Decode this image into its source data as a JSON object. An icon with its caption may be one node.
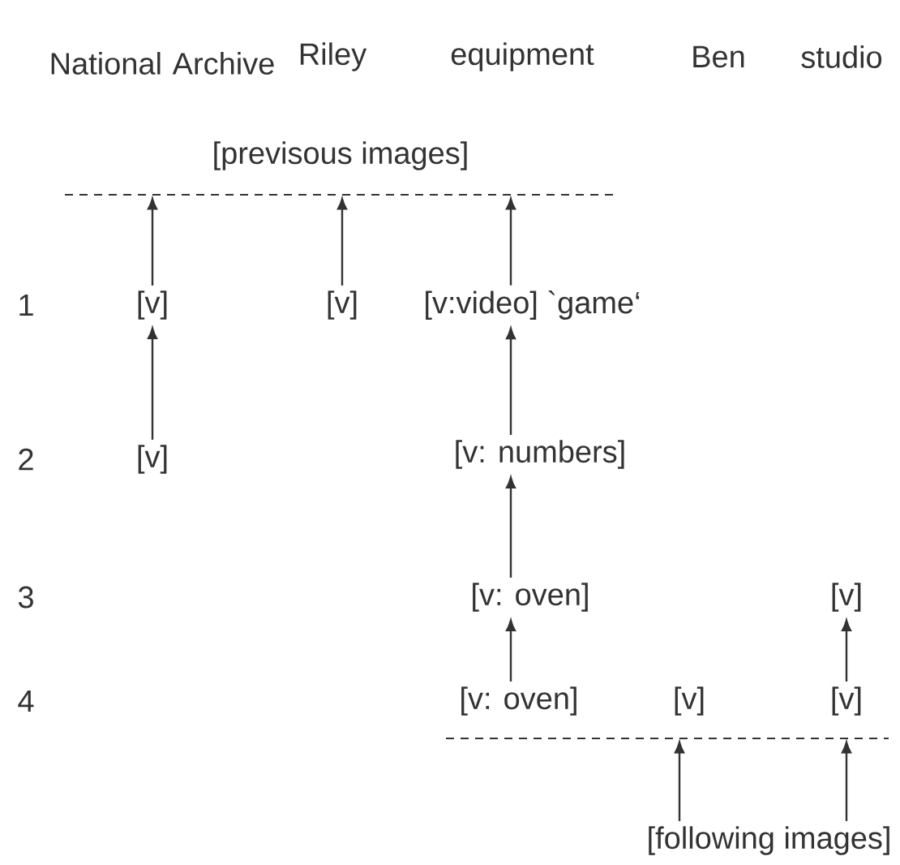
{
  "diagram": {
    "nodes": [
      {
        "text": [],
        "shape": "line"
      },
      {
        "text": [
          "[v]"
        ]
      },
      {
        "text": [
          "[v]"
        ]
      },
      {
        "text": [
          "[v:video] `game‘"
        ]
      },
      {
        "text": [
          "[v]"
        ]
      },
      {
        "text": [
          "[v: numbers]"
        ]
      },
      {
        "text": [
          "[v: oven]"
        ]
      },
      {
        "text": [
          "[v]"
        ]
      },
      {
        "text": [
          "[v: oven]"
        ]
      },
      {
        "text": [
          "[v]"
        ]
      },
      {
        "text": [
          "[v]"
        ]
      },
      {
        "text": [],
        "shape": "line"
      },
      {
        "text": [
          "[following images]"
        ]
      }
    ],
    "edges": [
      {
        "from": 1,
        "to": 0,
        "arrow": "to"
      },
      {
        "from": 2,
        "to": 0,
        "arrow": "to"
      },
      {
        "from": 3,
        "to": 0,
        "arrow": "to"
      },
      {
        "from": 4,
        "to": 1,
        "arrow": "to"
      },
      {
        "from": 5,
        "to": 3,
        "arrow": "to"
      },
      {
        "from": 6,
        "to": 5,
        "arrow": "to"
      },
      {
        "from": 8,
        "to": 6,
        "arrow": "to"
      },
      {
        "from": 10,
        "to": 7,
        "arrow": "to"
      },
      {
        "from": 12,
        "to": 11,
        "arrow": "to"
      },
      {
        "from": 12,
        "to": 11,
        "arrow": "to"
      }
    ],
    "labels": [
      "National Archive",
      "Riley",
      "equipment",
      "Ben",
      "studio",
      "[previsous images]",
      "1",
      "2",
      "3",
      "4"
    ]
  }
}
